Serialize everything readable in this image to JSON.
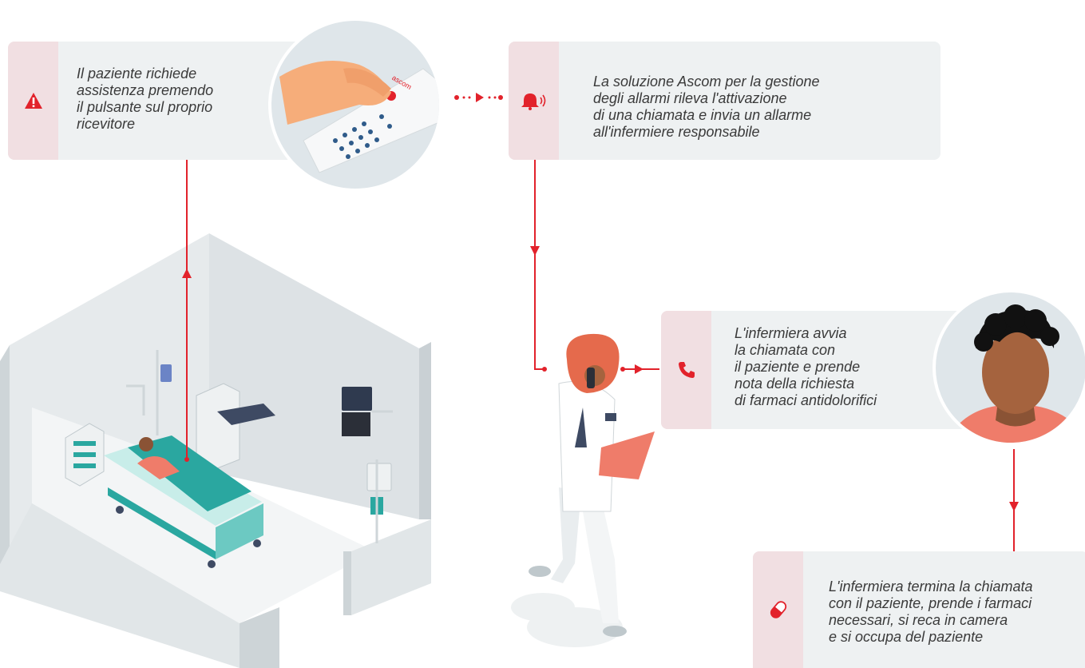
{
  "steps": [
    {
      "lines": [
        "Il paziente richiede",
        "assistenza premendo",
        "il pulsante sul proprio",
        "ricevitore"
      ],
      "icon": "warning-icon"
    },
    {
      "lines": [
        "La soluzione Ascom per la gestione",
        "degli allarmi rileva l'attivazione",
        "di una chiamata e invia un allarme",
        "all'infermiere responsabile"
      ],
      "icon": "bell-ringing-icon"
    },
    {
      "lines": [
        "L'infermiera avvia",
        "la chiamata con",
        "il paziente e prende",
        "nota della richiesta",
        "di farmaci antidolorifici"
      ],
      "icon": "phone-icon"
    },
    {
      "lines": [
        "L'infermiera termina la chiamata",
        "con il paziente, prende i farmaci",
        "necessari, si reca in camera",
        "e si occupa del paziente"
      ],
      "icon": "pill-icon"
    }
  ],
  "remote_brand": "ascom",
  "colors": {
    "accent": "#e2222b",
    "card_bg": "#eef1f2",
    "strip_bg": "#f1dfe2",
    "text": "#3a3a3a",
    "room_wall": "#d9dee1",
    "bed": "#2aa7a0",
    "skin": "#a5633e",
    "shirt": "#ef7c6a",
    "hair": "#e56a4c"
  }
}
